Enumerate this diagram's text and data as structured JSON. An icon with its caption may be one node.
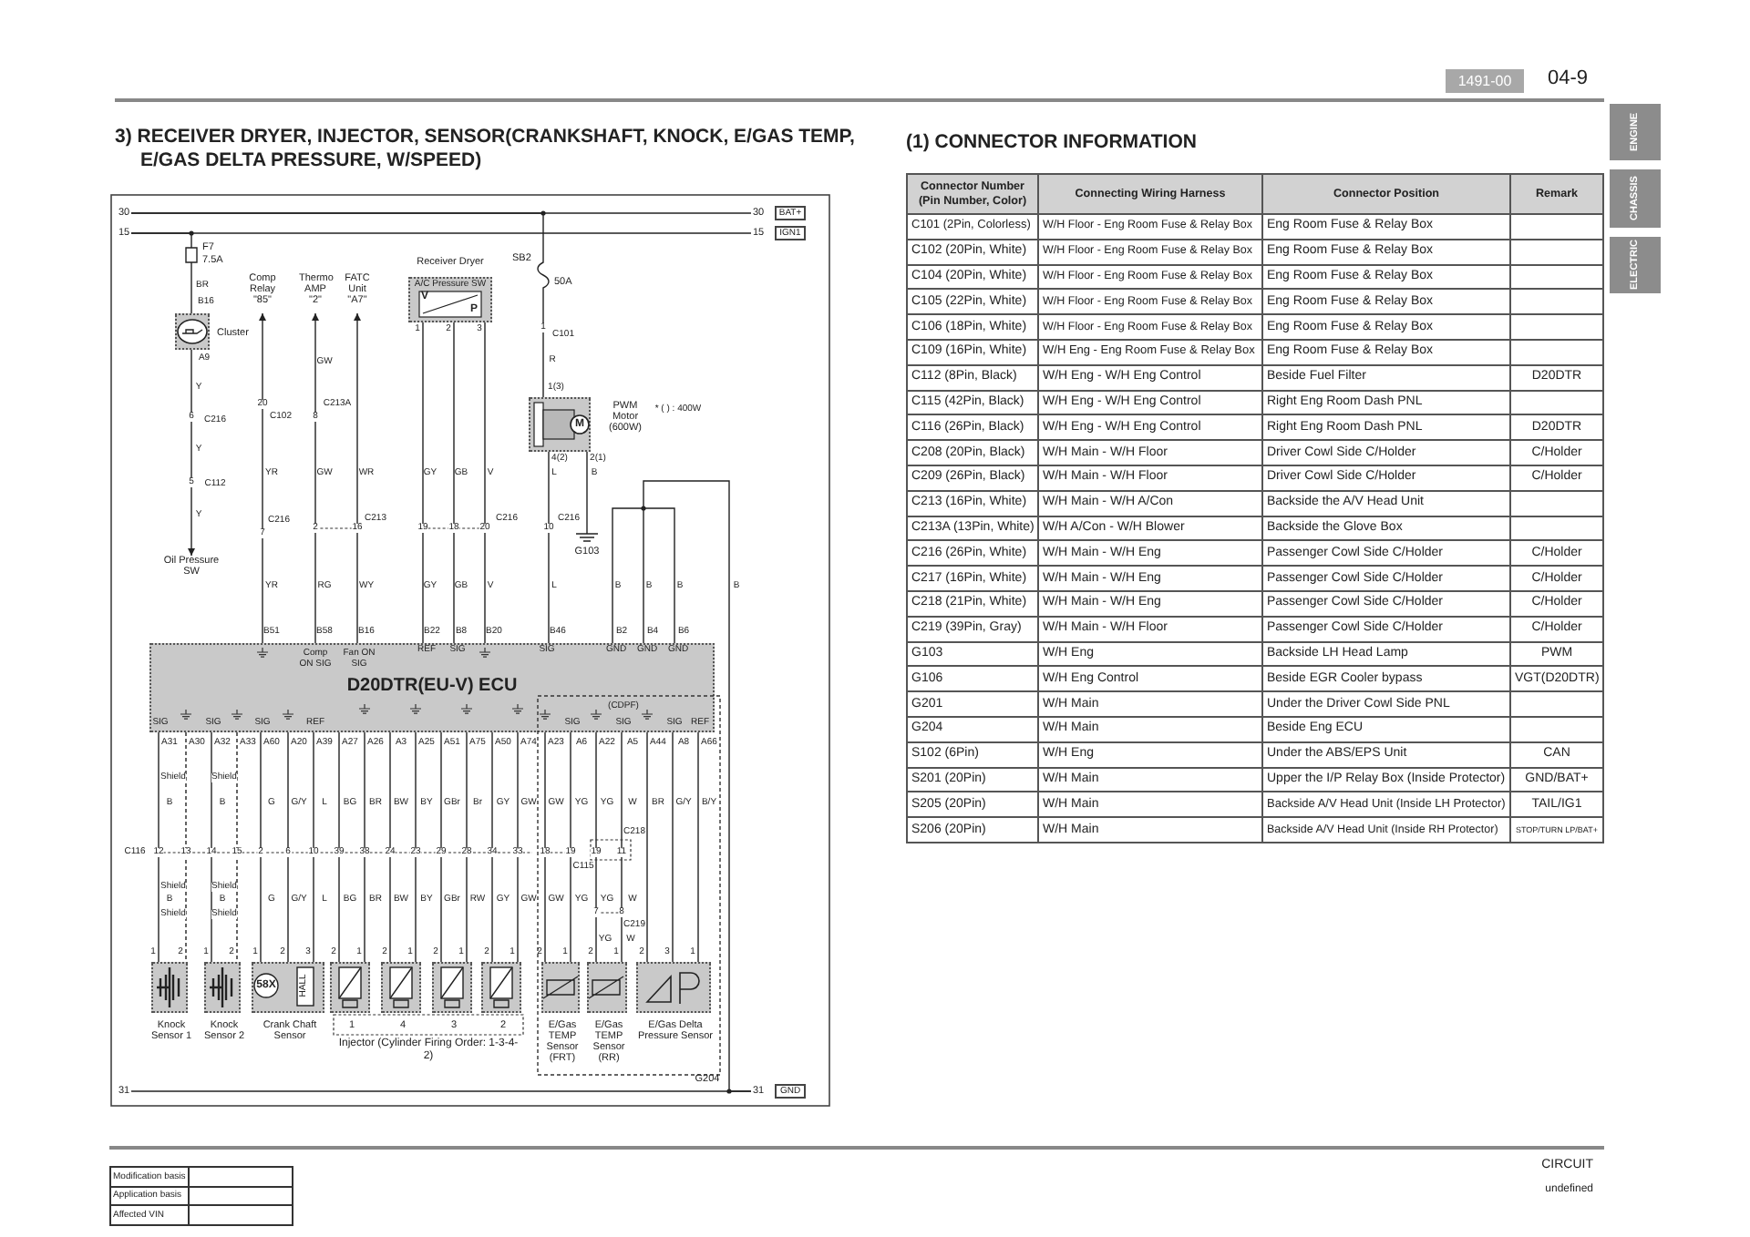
{
  "diagram": {
    "nodes": [
      {
        "text": [
          "BAT+"
        ]
      },
      {
        "text": [
          "IGN1"
        ]
      },
      {
        "text": [
          "GND"
        ]
      },
      {
        "text": [],
        "shape": "fuse",
        "beside": [
          "F7",
          "7.5A"
        ]
      },
      {
        "text": [],
        "shape": "picture",
        "beside": [
          "Cluster"
        ]
      },
      {
        "text": [
          "Oil Pressure SW"
        ]
      },
      {
        "text": [
          "Comp Relay \"85\""
        ]
      },
      {
        "text": [
          "Thermo AMP \"2\""
        ]
      },
      {
        "text": [
          "FATC Unit \"A7\""
        ]
      },
      {
        "text": [
          "Receiver Dryer",
          "A/C Pressure SW"
        ]
      },
      {
        "text": [],
        "shape": "fuse",
        "beside": [
          "SB2",
          "50A"
        ]
      },
      {
        "text": [],
        "shape": "box",
        "beside": [
          "PWM Motor (600W)"
        ]
      },
      {
        "text": [],
        "shape": "ground",
        "beside": [
          "G103"
        ]
      },
      {
        "text": [
          "D20DTR(EU-V) ECU"
        ]
      },
      {
        "text": [
          "Knock Sensor 1"
        ]
      },
      {
        "text": [
          "Knock Sensor 2"
        ]
      },
      {
        "text": [
          "Crank Chaft Sensor"
        ]
      },
      {
        "text": [],
        "shape": "box",
        "beside": [
          "1"
        ]
      },
      {
        "text": [],
        "shape": "box",
        "beside": [
          "4"
        ]
      },
      {
        "text": [],
        "shape": "box",
        "beside": [
          "3"
        ]
      },
      {
        "text": [],
        "shape": "box",
        "beside": [
          "2"
        ]
      },
      {
        "text": [
          "E/Gas TEMP Sensor (FRT)"
        ]
      },
      {
        "text": [
          "E/Gas TEMP Sensor (RR)"
        ]
      },
      {
        "text": [
          "E/Gas Delta Pressure Sensor"
        ]
      },
      {
        "text": [
          "30"
        ]
      },
      {
        "text": [
          "30"
        ]
      },
      {
        "text": [
          "15"
        ]
      },
      {
        "text": [
          "15"
        ]
      },
      {
        "text": [
          "31"
        ]
      },
      {
        "text": [
          "31"
        ]
      }
    ],
    "edges": [
      {
        "from": 24,
        "to": 25,
        "arrow": "none"
      },
      {
        "from": 26,
        "to": 27,
        "arrow": "none"
      },
      {
        "from": 28,
        "to": 29,
        "arrow": "none"
      },
      {
        "from": 24,
        "to": 10,
        "arrow": "none"
      },
      {
        "from": 26,
        "to": 3,
        "arrow": "none"
      },
      {
        "from": 3,
        "to": 4,
        "arrow": "none"
      },
      {
        "from": 4,
        "to": 5,
        "arrow": "to"
      },
      {
        "from": 13,
        "to": 6,
        "arrow": "to"
      },
      {
        "from": 13,
        "to": 7,
        "arrow": "to"
      },
      {
        "from": 13,
        "to": 8,
        "arrow": "to"
      },
      {
        "from": 9,
        "to": 13,
        "arrow": "none"
      },
      {
        "from": 9,
        "to": 13,
        "arrow": "none"
      },
      {
        "from": 9,
        "to": 13,
        "arrow": "none"
      },
      {
        "from": 10,
        "to": 11,
        "arrow": "none"
      },
      {
        "from": 11,
        "to": 13,
        "arrow": "none"
      },
      {
        "from": 11,
        "to": 12,
        "arrow": "none"
      },
      {
        "from": 13,
        "to": 29,
        "arrow": "none"
      },
      {
        "from": 13,
        "to": 14,
        "arrow": "none"
      },
      {
        "from": 13,
        "to": 14,
        "arrow": "none",
        "style": "dashed"
      },
      {
        "from": 13,
        "to": 15,
        "arrow": "none"
      },
      {
        "from": 13,
        "to": 15,
        "arrow": "none",
        "style": "dashed"
      },
      {
        "from": 13,
        "to": 16,
        "arrow": "none"
      },
      {
        "from": 13,
        "to": 16,
        "arrow": "none"
      },
      {
        "from": 13,
        "to": 16,
        "arrow": "none"
      },
      {
        "from": 13,
        "to": 17,
        "arrow": "none"
      },
      {
        "from": 13,
        "to": 17,
        "arrow": "none"
      },
      {
        "from": 13,
        "to": 18,
        "arrow": "none"
      },
      {
        "from": 13,
        "to": 18,
        "arrow": "none"
      },
      {
        "from": 13,
        "to": 19,
        "arrow": "none"
      },
      {
        "from": 13,
        "to": 19,
        "arrow": "none"
      },
      {
        "from": 13,
        "to": 20,
        "arrow": "none"
      },
      {
        "from": 13,
        "to": 20,
        "arrow": "none"
      },
      {
        "from": 13,
        "to": 21,
        "arrow": "none"
      },
      {
        "from": 13,
        "to": 21,
        "arrow": "none"
      },
      {
        "from": 13,
        "to": 22,
        "arrow": "none"
      },
      {
        "from": 13,
        "to": 22,
        "arrow": "none"
      },
      {
        "from": 13,
        "to": 23,
        "arrow": "none"
      },
      {
        "from": 13,
        "to": 23,
        "arrow": "none"
      },
      {
        "from": 13,
        "to": 23,
        "arrow": "none"
      }
    ],
    "labels": [
      "1491-00",
      "04-9",
      "ENGINE",
      "CHASSIS",
      "ELECTRIC",
      "3) RECEIVER DRYER, INJECTOR, SENSOR(CRANKSHAFT, KNOCK, E/GAS TEMP, E/GAS DELTA PRESSURE, W/SPEED)",
      "(1) CONNECTOR INFORMATION",
      "BR",
      "B16",
      "A9",
      "Y",
      "6",
      "C216",
      "Y",
      "5",
      "C112",
      "Y",
      "20",
      "C102",
      "GW",
      "8",
      "C213A",
      "YR",
      "GW",
      "WR",
      "V",
      "P",
      "1",
      "2",
      "3",
      "GY",
      "GB",
      "V",
      "1",
      "C101",
      "R",
      "1(3)",
      "M",
      "* ( ) : 400W",
      "4(2)",
      "2(1)",
      "L",
      "B",
      "7",
      "C216",
      "2",
      "16",
      "C213",
      "19",
      "18",
      "20",
      "C216",
      "10",
      "C216",
      "YR",
      "RG",
      "WY",
      "GY",
      "GB",
      "V",
      "L",
      "B",
      "B",
      "B",
      "B",
      "B51",
      "B58",
      "B16",
      "B22",
      "B8",
      "B20",
      "B46",
      "B2",
      "B4",
      "B6",
      "Comp ON SIG",
      "Fan ON SIG",
      "REF",
      "SIG",
      "SIG",
      "GND",
      "GND",
      "GND",
      "(CDPF)",
      "SIG",
      "SIG",
      "SIG",
      "REF",
      "SIG",
      "SIG",
      "SIG",
      "REF",
      "A31",
      "A30",
      "A32",
      "A33",
      "A60",
      "A20",
      "A39",
      "A27",
      "A26",
      "A3",
      "A25",
      "A51",
      "A75",
      "A50",
      "A74",
      "A23",
      "A6",
      "A22",
      "A5",
      "A44",
      "A8",
      "A66",
      "Shield",
      "Shield",
      "B",
      "B",
      "G",
      "G/Y",
      "L",
      "BG",
      "BR",
      "BW",
      "BY",
      "GBr",
      "Br",
      "GY",
      "GW",
      "GW",
      "YG",
      "YG",
      "W",
      "BR",
      "G/Y",
      "B/Y",
      "C116",
      "12",
      "13",
      "14",
      "15",
      "2",
      "6",
      "10",
      "39",
      "38",
      "24",
      "23",
      "29",
      "28",
      "34",
      "33",
      "18",
      "19",
      "C115",
      "19",
      "11",
      "C218",
      "Shield",
      "Shield",
      "B",
      "B",
      "G",
      "G/Y",
      "L",
      "BG",
      "BR",
      "BW",
      "BY",
      "GBr",
      "RW",
      "GY",
      "GW",
      "GW",
      "YG",
      "YG",
      "W",
      "Shield",
      "Shield",
      "7",
      "8",
      "C219",
      "YG",
      "W",
      "1",
      "2",
      "1",
      "2",
      "1",
      "2",
      "3",
      "2",
      "1",
      "2",
      "1",
      "2",
      "1",
      "2",
      "1",
      "2",
      "1",
      "2",
      "1",
      "2",
      "3",
      "1",
      "58X",
      "HALL",
      "Injector (Cylinder Firing Order: 1-3-4-2)",
      "G204",
      "Connector Number (Pin Number, Color)",
      "Connecting Wiring Harness",
      "Connector Position",
      "Remark",
      "C101 (2Pin, Colorless)",
      "W/H Floor - Eng Room Fuse & Relay Box",
      "Eng Room Fuse & Relay Box",
      "C102 (20Pin, White)",
      "W/H Floor - Eng Room Fuse & Relay Box",
      "Eng Room Fuse & Relay Box",
      "C104 (20Pin, White)",
      "W/H Floor - Eng Room Fuse & Relay Box",
      "Eng Room Fuse & Relay Box",
      "C105 (22Pin, White)",
      "W/H Floor - Eng Room Fuse & Relay Box",
      "Eng Room Fuse & Relay Box",
      "C106 (18Pin, White)",
      "W/H Floor - Eng Room Fuse & Relay Box",
      "Eng Room Fuse & Relay Box",
      "C109 (16Pin, White)",
      "W/H Eng - Eng Room Fuse & Relay Box",
      "Eng Room Fuse & Relay Box",
      "C112 (8Pin, Black)",
      "W/H Eng - W/H Eng Control",
      "Beside Fuel Filter",
      "D20DTR",
      "C115 (42Pin, Black)",
      "W/H Eng - W/H Eng Control",
      "Right Eng Room Dash PNL",
      "C116 (26Pin, Black)",
      "W/H Eng - W/H Eng Control",
      "Right Eng Room Dash PNL",
      "D20DTR",
      "C208 (20Pin, Black)",
      "W/H Main - W/H Floor",
      "Driver Cowl Side C/Holder",
      "C/Holder",
      "C209 (26Pin, Black)",
      "W/H Main - W/H Floor",
      "Driver Cowl Side C/Holder",
      "C/Holder",
      "C213 (16Pin, White)",
      "W/H Main - W/H A/Con",
      "Backside the A/V Head Unit",
      "C213A (13Pin, White)",
      "W/H A/Con - W/H Blower",
      "Backside the Glove Box",
      "C216 (26Pin, White)",
      "W/H Main - W/H Eng",
      "Passenger Cowl Side C/Holder",
      "C/Holder",
      "C217 (16Pin, White)",
      "W/H Main - W/H Eng",
      "Passenger Cowl Side C/Holder",
      "C/Holder",
      "C218 (21Pin, White)",
      "W/H Main - W/H Eng",
      "Passenger Cowl Side C/Holder",
      "C/Holder",
      "C219 (39Pin, Gray)",
      "W/H Main - W/H Floor",
      "Passenger Cowl Side C/Holder",
      "C/Holder",
      "G103",
      "W/H Eng",
      "Backside LH Head Lamp",
      "PWM",
      "G106",
      "W/H Eng Control",
      "Beside EGR Cooler bypass",
      "VGT(D20DTR)",
      "G201",
      "W/H Main",
      "Under the Driver Cowl Side PNL",
      "G204",
      "W/H Main",
      "Beside Eng ECU",
      "S102 (6Pin)",
      "W/H Eng",
      "Under the ABS/EPS Unit",
      "CAN",
      "S201 (20Pin)",
      "W/H Main",
      "Upper the I/P Relay Box (Inside Protector)",
      "GND/BAT+",
      "S205 (20Pin)",
      "W/H Main",
      "Backside A/V Head Unit (Inside LH Protector)",
      "TAIL/IG1",
      "S206 (20Pin)",
      "W/H Main",
      "Backside A/V Head Unit (Inside RH Protector)",
      "STOP/TURN LP/BAT+",
      "Modification basis",
      "Application basis",
      "Affected VIN",
      "CIRCUIT",
      "undefined"
    ]
  }
}
